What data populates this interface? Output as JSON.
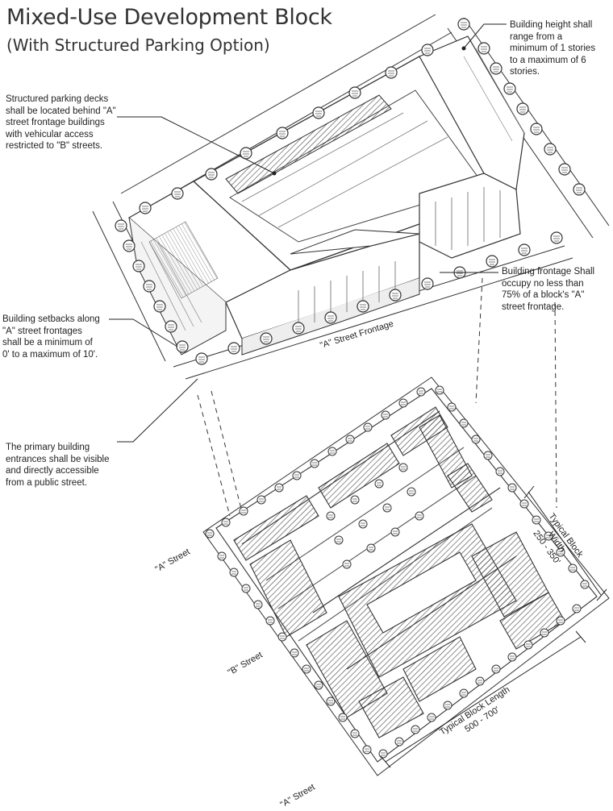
{
  "title": "Mixed-Use Development Block",
  "subtitle": "(With Structured Parking Option)",
  "annotations": {
    "height": [
      "Building height shall",
      "range from a",
      "minimum of 1 stories",
      "to a maximum of 6",
      "stories."
    ],
    "parking": [
      "Structured parking decks",
      "shall be located behind \"A\"",
      "street frontage buildings",
      "with vehicular access",
      "restricted to \"B\" streets."
    ],
    "frontage": [
      "Building frontage Shall",
      "occupy no less than",
      "75% of a block's \"A\"",
      "street frontage."
    ],
    "setbacks": [
      "Building setbacks along",
      "\"A\" street frontages",
      "shall be a minimum of",
      "0' to a maximum of 10'."
    ],
    "entrances": [
      "The primary building",
      "entrances shall be visible",
      "and directly accessible",
      "from a public street."
    ]
  },
  "labels": {
    "a_street_frontage": "\"A\" Street Frontage",
    "a_street_left": "\"A\" Street",
    "b_street": "\"B\" Street",
    "a_street_bottom": "\"A\" Street",
    "block_width_line1": "Typical Block",
    "block_width_line2": "Width",
    "block_width_value": "250 - 350'",
    "block_length_line1": "Typical Block Length",
    "block_length_value": "500 - 700'"
  }
}
